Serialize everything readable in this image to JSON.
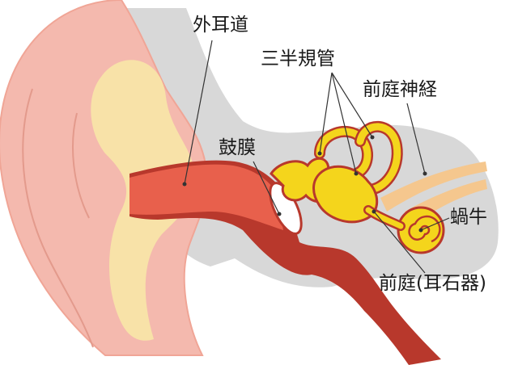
{
  "labels": {
    "ear_canal": "外耳道",
    "semicircular_canals": "三半規管",
    "vestibular_nerve": "前庭神経",
    "eardrum": "鼓膜",
    "cochlea": "蝸牛",
    "vestibule": "前庭(耳石器)"
  },
  "colors": {
    "skin": "#f4b9ae",
    "skin_outline": "#f0a596",
    "ear_inner": "#f8e2a8",
    "bone_gray": "#d8d8d8",
    "canal": "#e8604c",
    "canal_dark": "#b8382c",
    "inner_ear_yellow": "#f4d51c",
    "inner_ear_outline": "#b8382c",
    "nerve": "#f5c78e",
    "eardrum": "#ffffff",
    "leader_line": "#333333"
  }
}
